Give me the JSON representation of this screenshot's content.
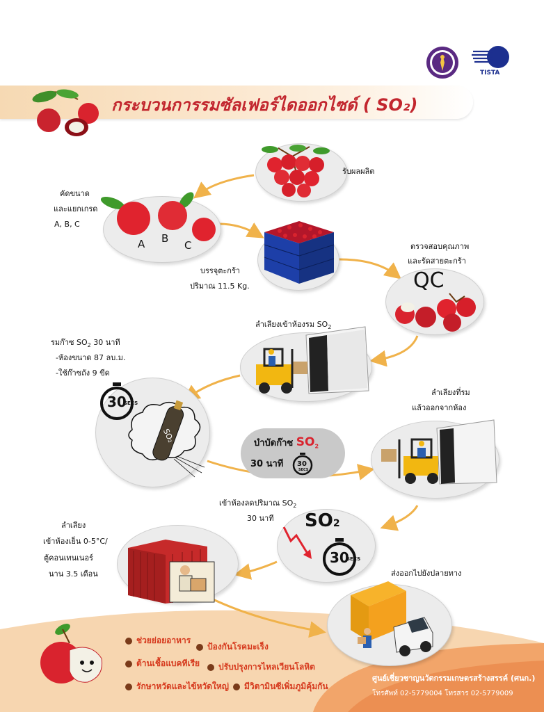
{
  "title": "กระบวนการรมซัลเฟอร์ไดออกไซด์ ( SO₂)",
  "logo_tista": "TISTA",
  "steps": {
    "receive": "รับผลผลิต",
    "grade_1": "คัดขนาด",
    "grade_2": "และแยกเกรด",
    "grade_3": "A, B, C",
    "grade_a": "A",
    "grade_b": "B",
    "grade_c": "C",
    "pack_1": "บรรจุตะกร้า",
    "pack_2": "ปริมาณ 11.5 Kg.",
    "qc_1": "ตรวจสอบคุณภาพ",
    "qc_2": "และรัดสายตะกร้า",
    "qc_mark": "QC",
    "transport_1": "ลำเลียงเข้าห้องรม SO",
    "transport_1_sub": "2",
    "fumigate_1": "รมก๊าซ SO",
    "fumigate_1_sub": "2",
    "fumigate_1_tail": " 30 นาที",
    "fumigate_2": "-ห้องขนาด 87 ลบ.ม.",
    "fumigate_3": "-ใช้ก๊าซถัง 9 ขีด",
    "timer_30": "30",
    "timer_secs": "SECS",
    "tank_label": "SO₂",
    "treat_1": "บำบัดก๊าซ ",
    "treat_so2": "SO",
    "treat_so2_sub": "2",
    "treat_2": "30 นาที",
    "out_1": "ลำเลียงที่รม",
    "out_2": "แล้วออกจากห้อง",
    "reduce_1": "เข้าห้องลดปริมาณ SO",
    "reduce_1_sub": "2",
    "reduce_2": "30 นาที",
    "reduce_so2": "SO",
    "reduce_so2_sub": "2",
    "cold_1": "ลำเลียง",
    "cold_2": "เข้าห้องเย็น 0-5°C/",
    "cold_3": "ตู้คอนเทนเนอร์",
    "cold_4": "นาน 3.5 เดือน",
    "export": "ส่งออกไปยังปลายทาง"
  },
  "benefits": [
    "ช่วยย่อยอาหาร",
    "ป้องกันโรคมะเร็ง",
    "ต้านเชื้อแบคทีเรีย",
    "ปรับปรุงการไหลเวียนโลหิต",
    "รักษาหวัดและไข้หวัดใหญ่",
    "มีวิตามินซีเพิ่มภูมิคุ้มกัน"
  ],
  "footer": {
    "name": "ศูนย์เชี่ยวชาญนวัตกรรมเกษตรสร้างสรรค์ (ศนก.)",
    "phone": "โทรศัพท์ 02-5779004   โทรสาร 02-5779009"
  },
  "colors": {
    "title_red": "#c2262e",
    "lychee_red": "#d9232e",
    "arrow_orange": "#f0b24a",
    "bottom_orange": "#f2a56a",
    "bottom_light": "#f7d6b0"
  }
}
